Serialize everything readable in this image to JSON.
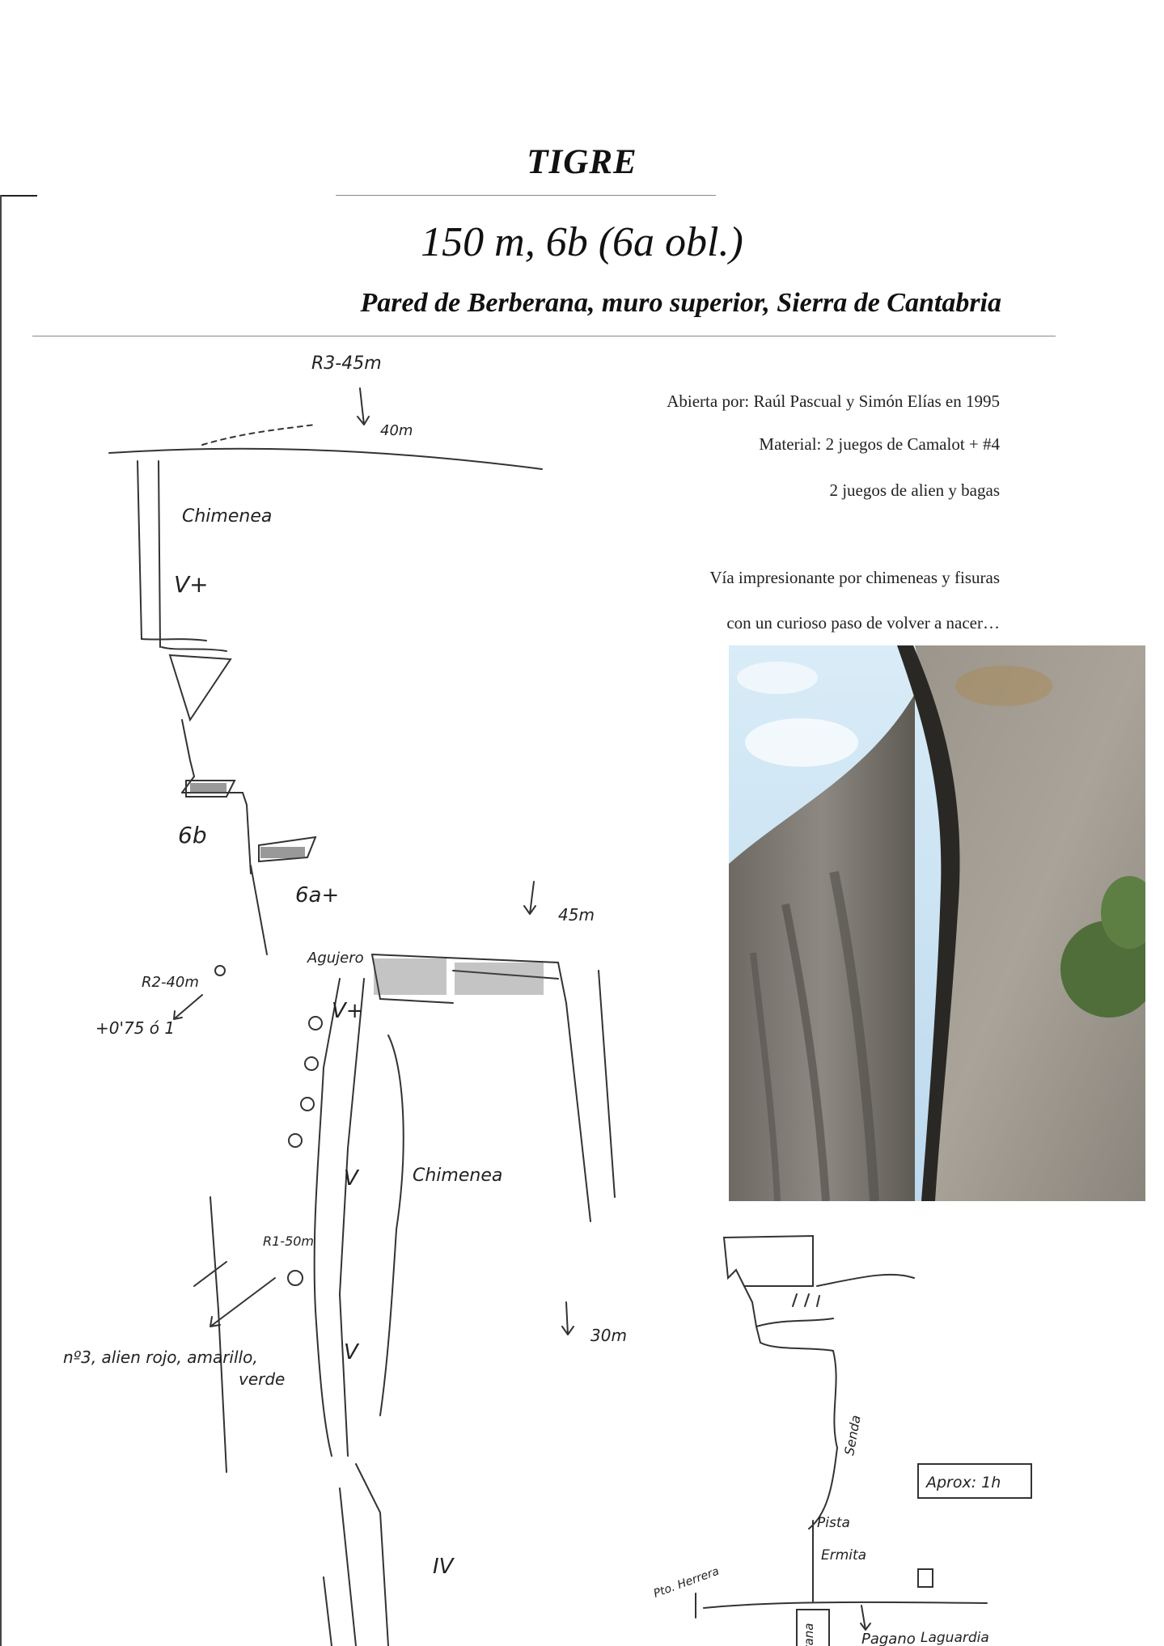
{
  "document": {
    "title": "TIGRE",
    "subtitle": "150 m, 6b (6a obl.)",
    "location": "Pared de Berberana, muro superior, Sierra de Cantabria",
    "info": {
      "opened_by": "Abierta por: Raúl Pascual y Simón Elías en 1995",
      "material_1": "Material: 2 juegos de Camalot + #4",
      "material_2": "2 juegos de alien y bagas",
      "description_1": "Vía impresionante por chimeneas y fisuras",
      "description_2": "con un curioso paso de volver a nacer…"
    }
  },
  "topo": {
    "labels": {
      "r3": "R3-45m",
      "rap_40": "40m",
      "chimenea_top": "Chimenea",
      "v_plus_top": "V+",
      "grade_6b": "6b",
      "grade_6a_plus": "6a+",
      "rap_45": "45m",
      "agujero": "Agujero",
      "r2": "R2-40m",
      "v_plus_mid": "V+",
      "cam_note": "+0'75 ó 1",
      "chimenea_mid": "Chimenea",
      "v_mid": "V",
      "r1": "R1-50m",
      "v_low": "V",
      "cam_colors_1": "nº3, alien rojo, amarillo,",
      "cam_colors_2": "verde",
      "rap_30": "30m",
      "grade_iv": "IV"
    }
  },
  "approach_map": {
    "labels": {
      "aprox": "Aprox: 1h",
      "senda": "Senda",
      "pista": "Pista",
      "ermita": "Ermita",
      "pto_herrera": "Pto. Herrera",
      "berberana": "Berberana",
      "pagano": "Pagano",
      "laguardia": "Laguardia"
    }
  },
  "photo": {
    "alt": "rock-face-photo"
  }
}
